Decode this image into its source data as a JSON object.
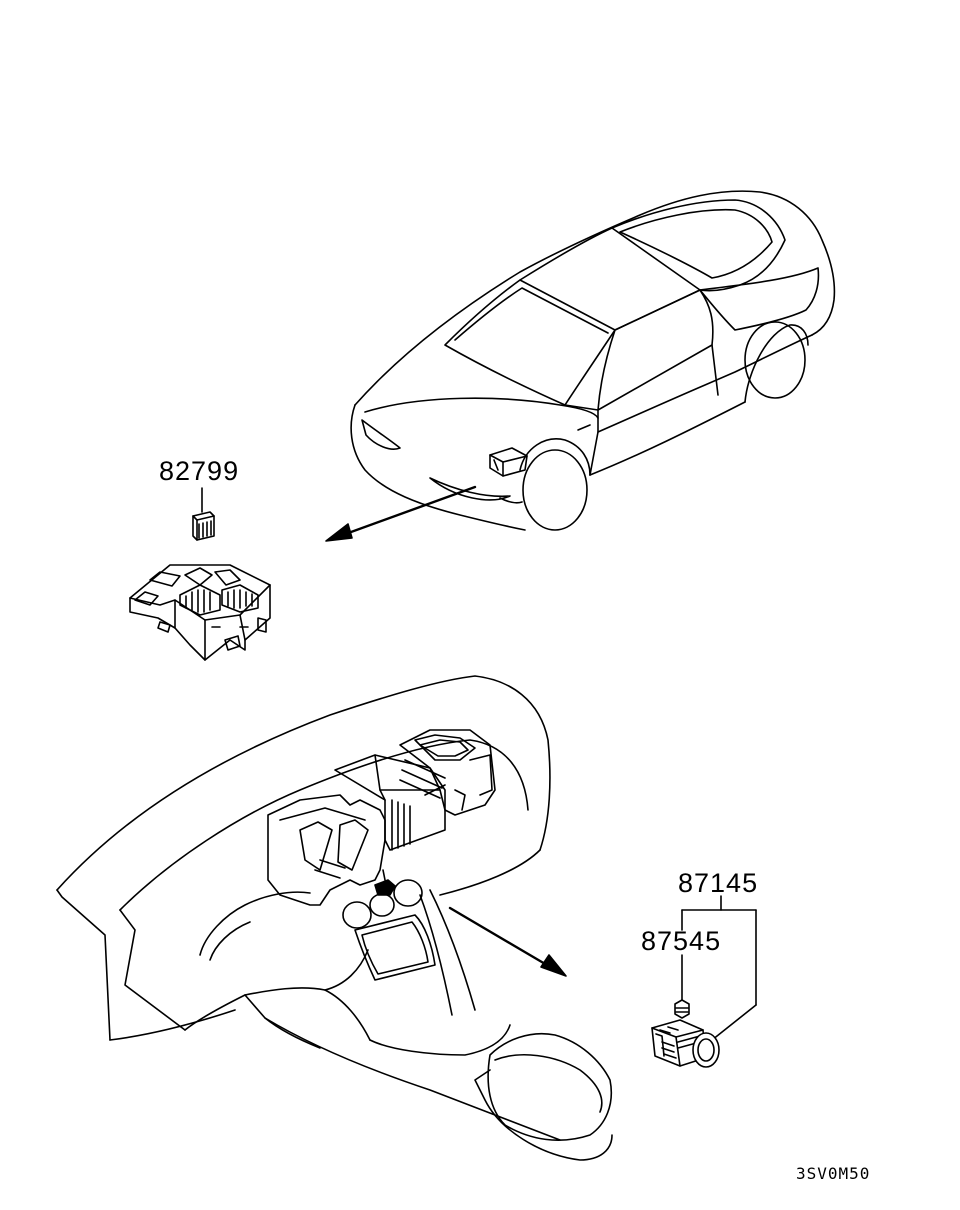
{
  "callouts": {
    "relay": "82799",
    "connector": "87145",
    "bulb": "87545"
  },
  "drawing_code": "3SV0M50",
  "colors": {
    "ink": "#000000",
    "paper": "#ffffff"
  }
}
